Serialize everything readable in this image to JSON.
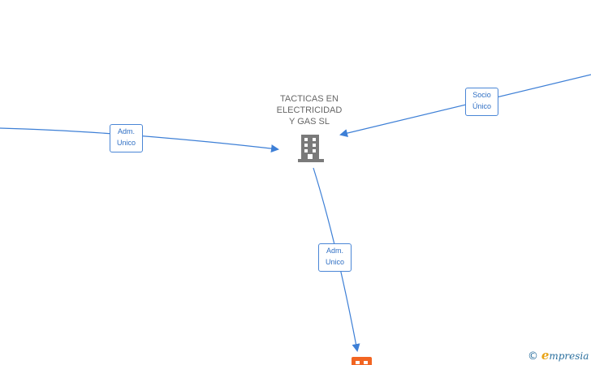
{
  "central_node": {
    "name": "TACTICAS EN\nELECTRICIDAD\nY GAS  SL",
    "icon": "building-icon",
    "icon_color": "#7a7a7a"
  },
  "edges": [
    {
      "id": "left",
      "label": "Adm.\nUnico"
    },
    {
      "id": "right",
      "label": "Socio\nÚnico"
    },
    {
      "id": "bottom",
      "label": "Adm.\nUnico"
    }
  ],
  "bottom_node": {
    "icon": "company-icon",
    "color": "#f26522"
  },
  "brand": {
    "copyright": "©",
    "first_letter": "e",
    "rest": "mpresia"
  },
  "colors": {
    "edge": "#3d7fd6",
    "label_border": "#4a86d6",
    "label_text": "#2f6fc4"
  }
}
